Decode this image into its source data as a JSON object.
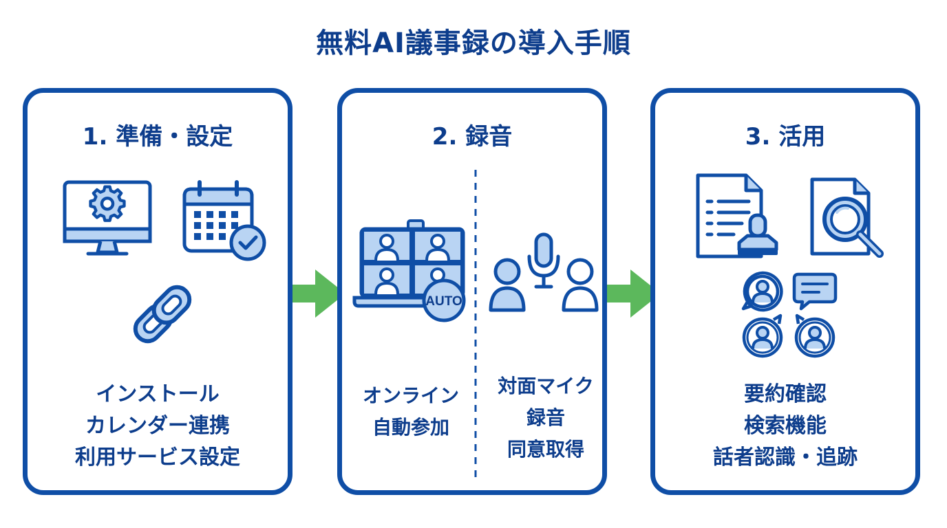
{
  "title": "無料AI議事録の導入手順",
  "colors": {
    "border": "#0f4ea6",
    "text": "#0d3d8c",
    "icon_fill": "#b9d4f3",
    "arrow": "#5cb85c"
  },
  "steps": [
    {
      "title": "1. 準備・設定",
      "icons": [
        "monitor-gear-icon",
        "calendar-check-icon",
        "link-chain-icon"
      ],
      "lines": [
        "インストール",
        "カレンダー連携",
        "利用サービス設定"
      ]
    },
    {
      "title": "2. 録音",
      "icons": [
        "video-meeting-icon",
        "microphone-people-icon"
      ],
      "badge": "AUTO",
      "left_lines": [
        "オンライン",
        "自動参加"
      ],
      "right_lines": [
        "対面マイク",
        "録音",
        "同意取得"
      ]
    },
    {
      "title": "3. 活用",
      "icons": [
        "document-stamp-icon",
        "document-search-icon",
        "speakers-chat-icon"
      ],
      "lines": [
        "要約確認",
        "検索機能",
        "話者認識・追跡"
      ]
    }
  ]
}
